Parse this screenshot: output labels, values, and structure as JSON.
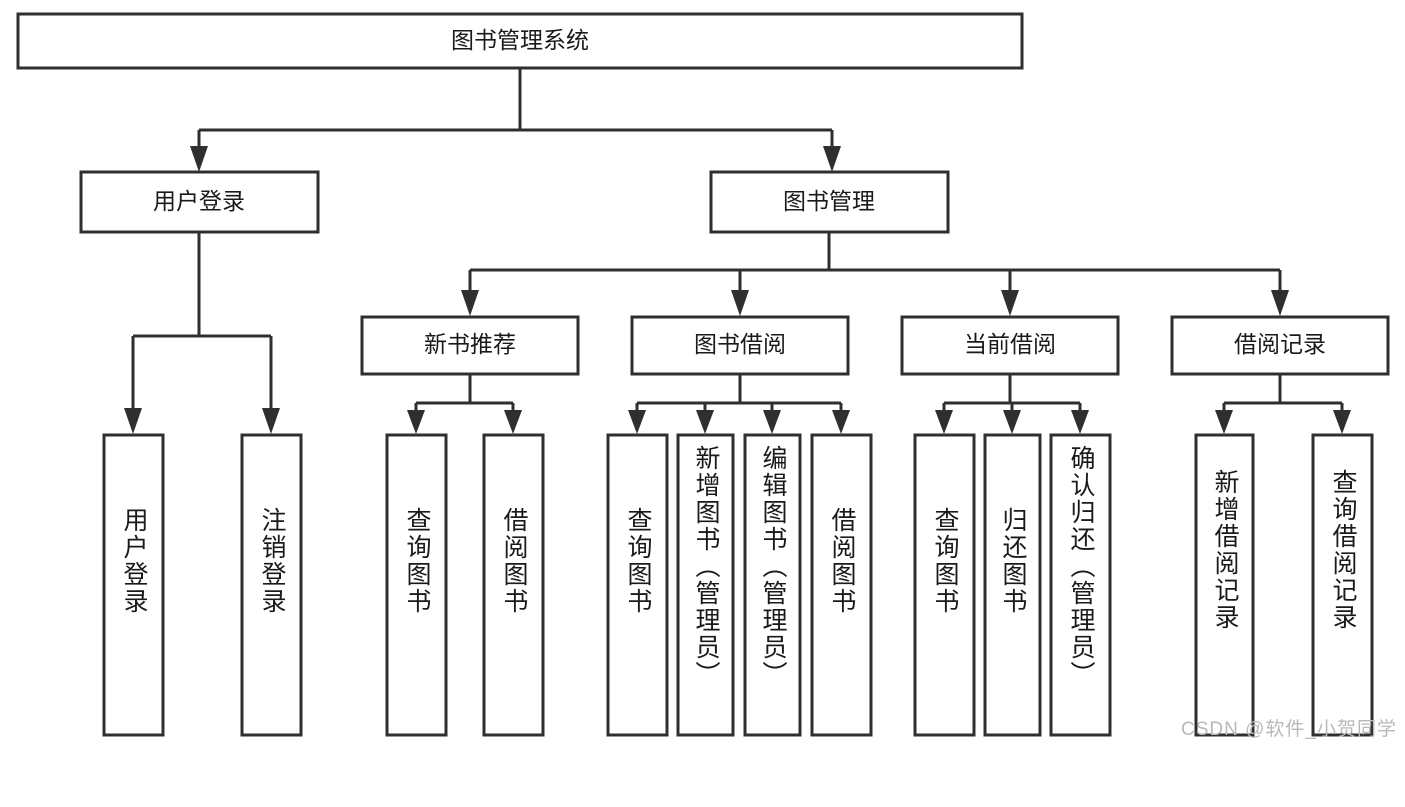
{
  "diagram": {
    "type": "tree",
    "title": "图书管理系统",
    "orientation": "top-down",
    "watermark": "CSDN @软件_小贺同学",
    "colors": {
      "background": "#ffffff",
      "box_stroke": "#2f2f2f",
      "box_fill": "#ffffff",
      "text": "#1a1a1a",
      "watermark": "#b9b9b9"
    },
    "levels": {
      "root": {
        "label": "图书管理系统"
      },
      "level2": [
        {
          "label": "用户登录"
        },
        {
          "label": "图书管理"
        }
      ],
      "level3": [
        {
          "label": "新书推荐"
        },
        {
          "label": "图书借阅"
        },
        {
          "label": "当前借阅"
        },
        {
          "label": "借阅记录"
        }
      ]
    },
    "leaves": {
      "user_login": [
        {
          "label": "用户登录"
        },
        {
          "label": "注销登录"
        }
      ],
      "new_book_recommend": [
        {
          "label": "查询图书"
        },
        {
          "label": "借阅图书"
        }
      ],
      "book_borrow": [
        {
          "label": "查询图书"
        },
        {
          "label": "新增图书（管理员）"
        },
        {
          "label": "编辑图书（管理员）"
        },
        {
          "label": "借阅图书"
        }
      ],
      "current_borrow": [
        {
          "label": "查询图书"
        },
        {
          "label": "归还图书"
        },
        {
          "label": "确认归还（管理员）"
        }
      ],
      "borrow_records": [
        {
          "label": "新增借阅记录"
        },
        {
          "label": "查询借阅记录"
        }
      ]
    }
  }
}
